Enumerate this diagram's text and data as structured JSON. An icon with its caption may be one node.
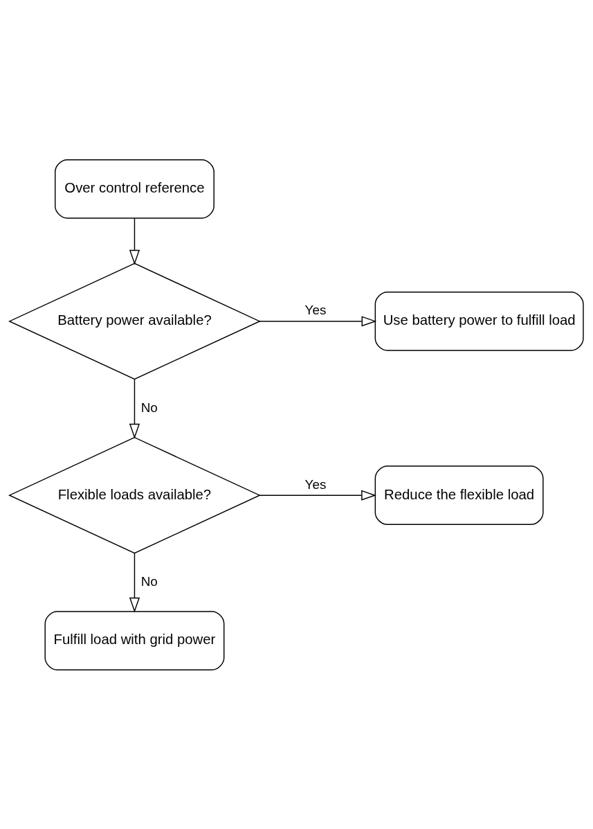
{
  "diagram": {
    "nodes": [
      {
        "text": [
          "Over control reference"
        ]
      },
      {
        "text": [
          "Battery power available?"
        ]
      },
      {
        "text": [
          "Use battery power to fulfill load"
        ]
      },
      {
        "text": [
          "Flexible loads available?"
        ]
      },
      {
        "text": [
          "Reduce the flexible load"
        ]
      },
      {
        "text": [
          "Fulfill load with grid power"
        ]
      }
    ],
    "edges": [
      {
        "from": 0,
        "to": 1,
        "arrow": "to"
      },
      {
        "from": 1,
        "to": 2,
        "arrow": "to",
        "label": "Yes"
      },
      {
        "from": 1,
        "to": 3,
        "arrow": "to",
        "label": "No"
      },
      {
        "from": 3,
        "to": 4,
        "arrow": "to",
        "label": "Yes"
      },
      {
        "from": 3,
        "to": 5,
        "arrow": "to",
        "label": "No"
      }
    ]
  }
}
